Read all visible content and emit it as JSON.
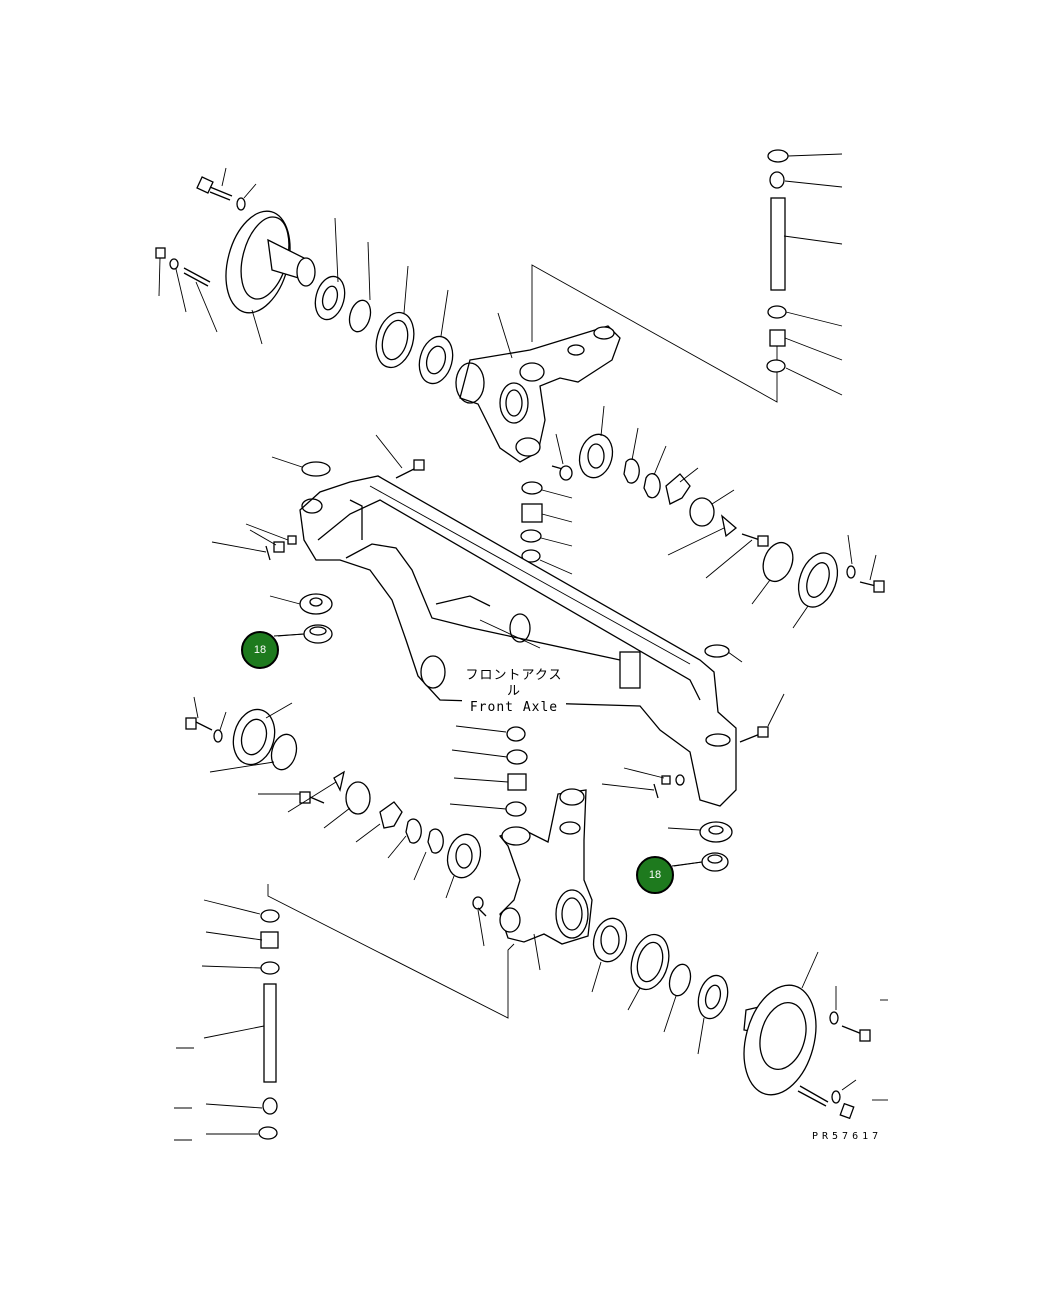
{
  "diagram": {
    "axle_label_jp": "フロントアクスル",
    "axle_label_en": "Front Axle",
    "reference_code": "PR57617",
    "callout_color": "#1e7a1e",
    "callout_text_color": "#ffffff",
    "callouts": [
      {
        "number": "18"
      },
      {
        "number": "18"
      }
    ]
  }
}
